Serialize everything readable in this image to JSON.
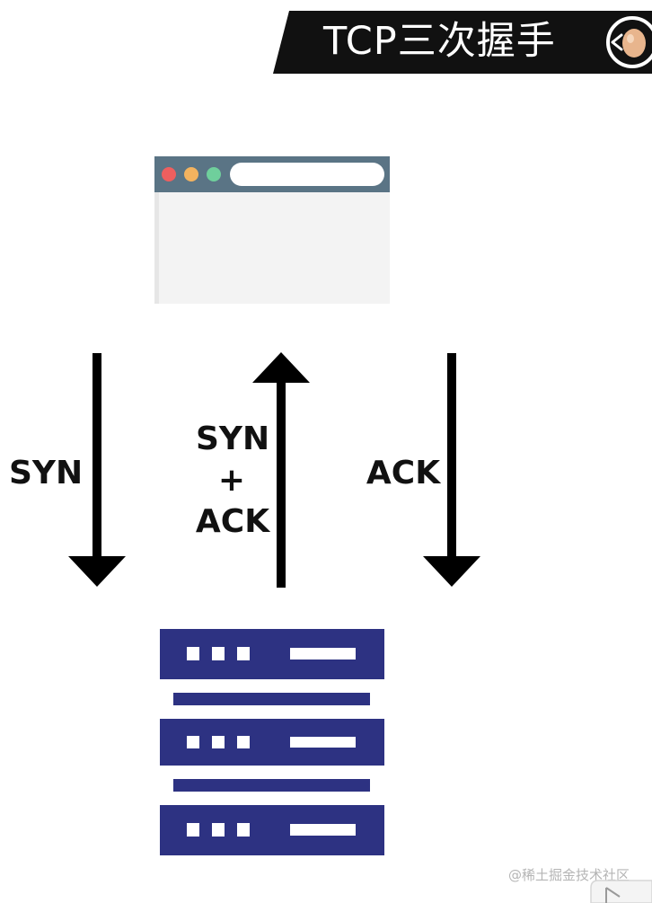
{
  "title": "TCP三次握手",
  "steps": {
    "syn": "SYN",
    "syn_ack_line1": "SYN",
    "syn_ack_plus": "+",
    "syn_ack_line2": "ACK",
    "ack": "ACK"
  },
  "watermark": "@稀土掘金技术社区",
  "colors": {
    "server": "#2d3282",
    "browser_bar": "#5a7485",
    "browser_body": "#f3f3f3",
    "arrow": "#000000"
  },
  "icons": {
    "avatar": "egg-avatar-icon",
    "client": "browser-window-icon",
    "server": "server-rack-icon",
    "corner": "play-icon"
  }
}
